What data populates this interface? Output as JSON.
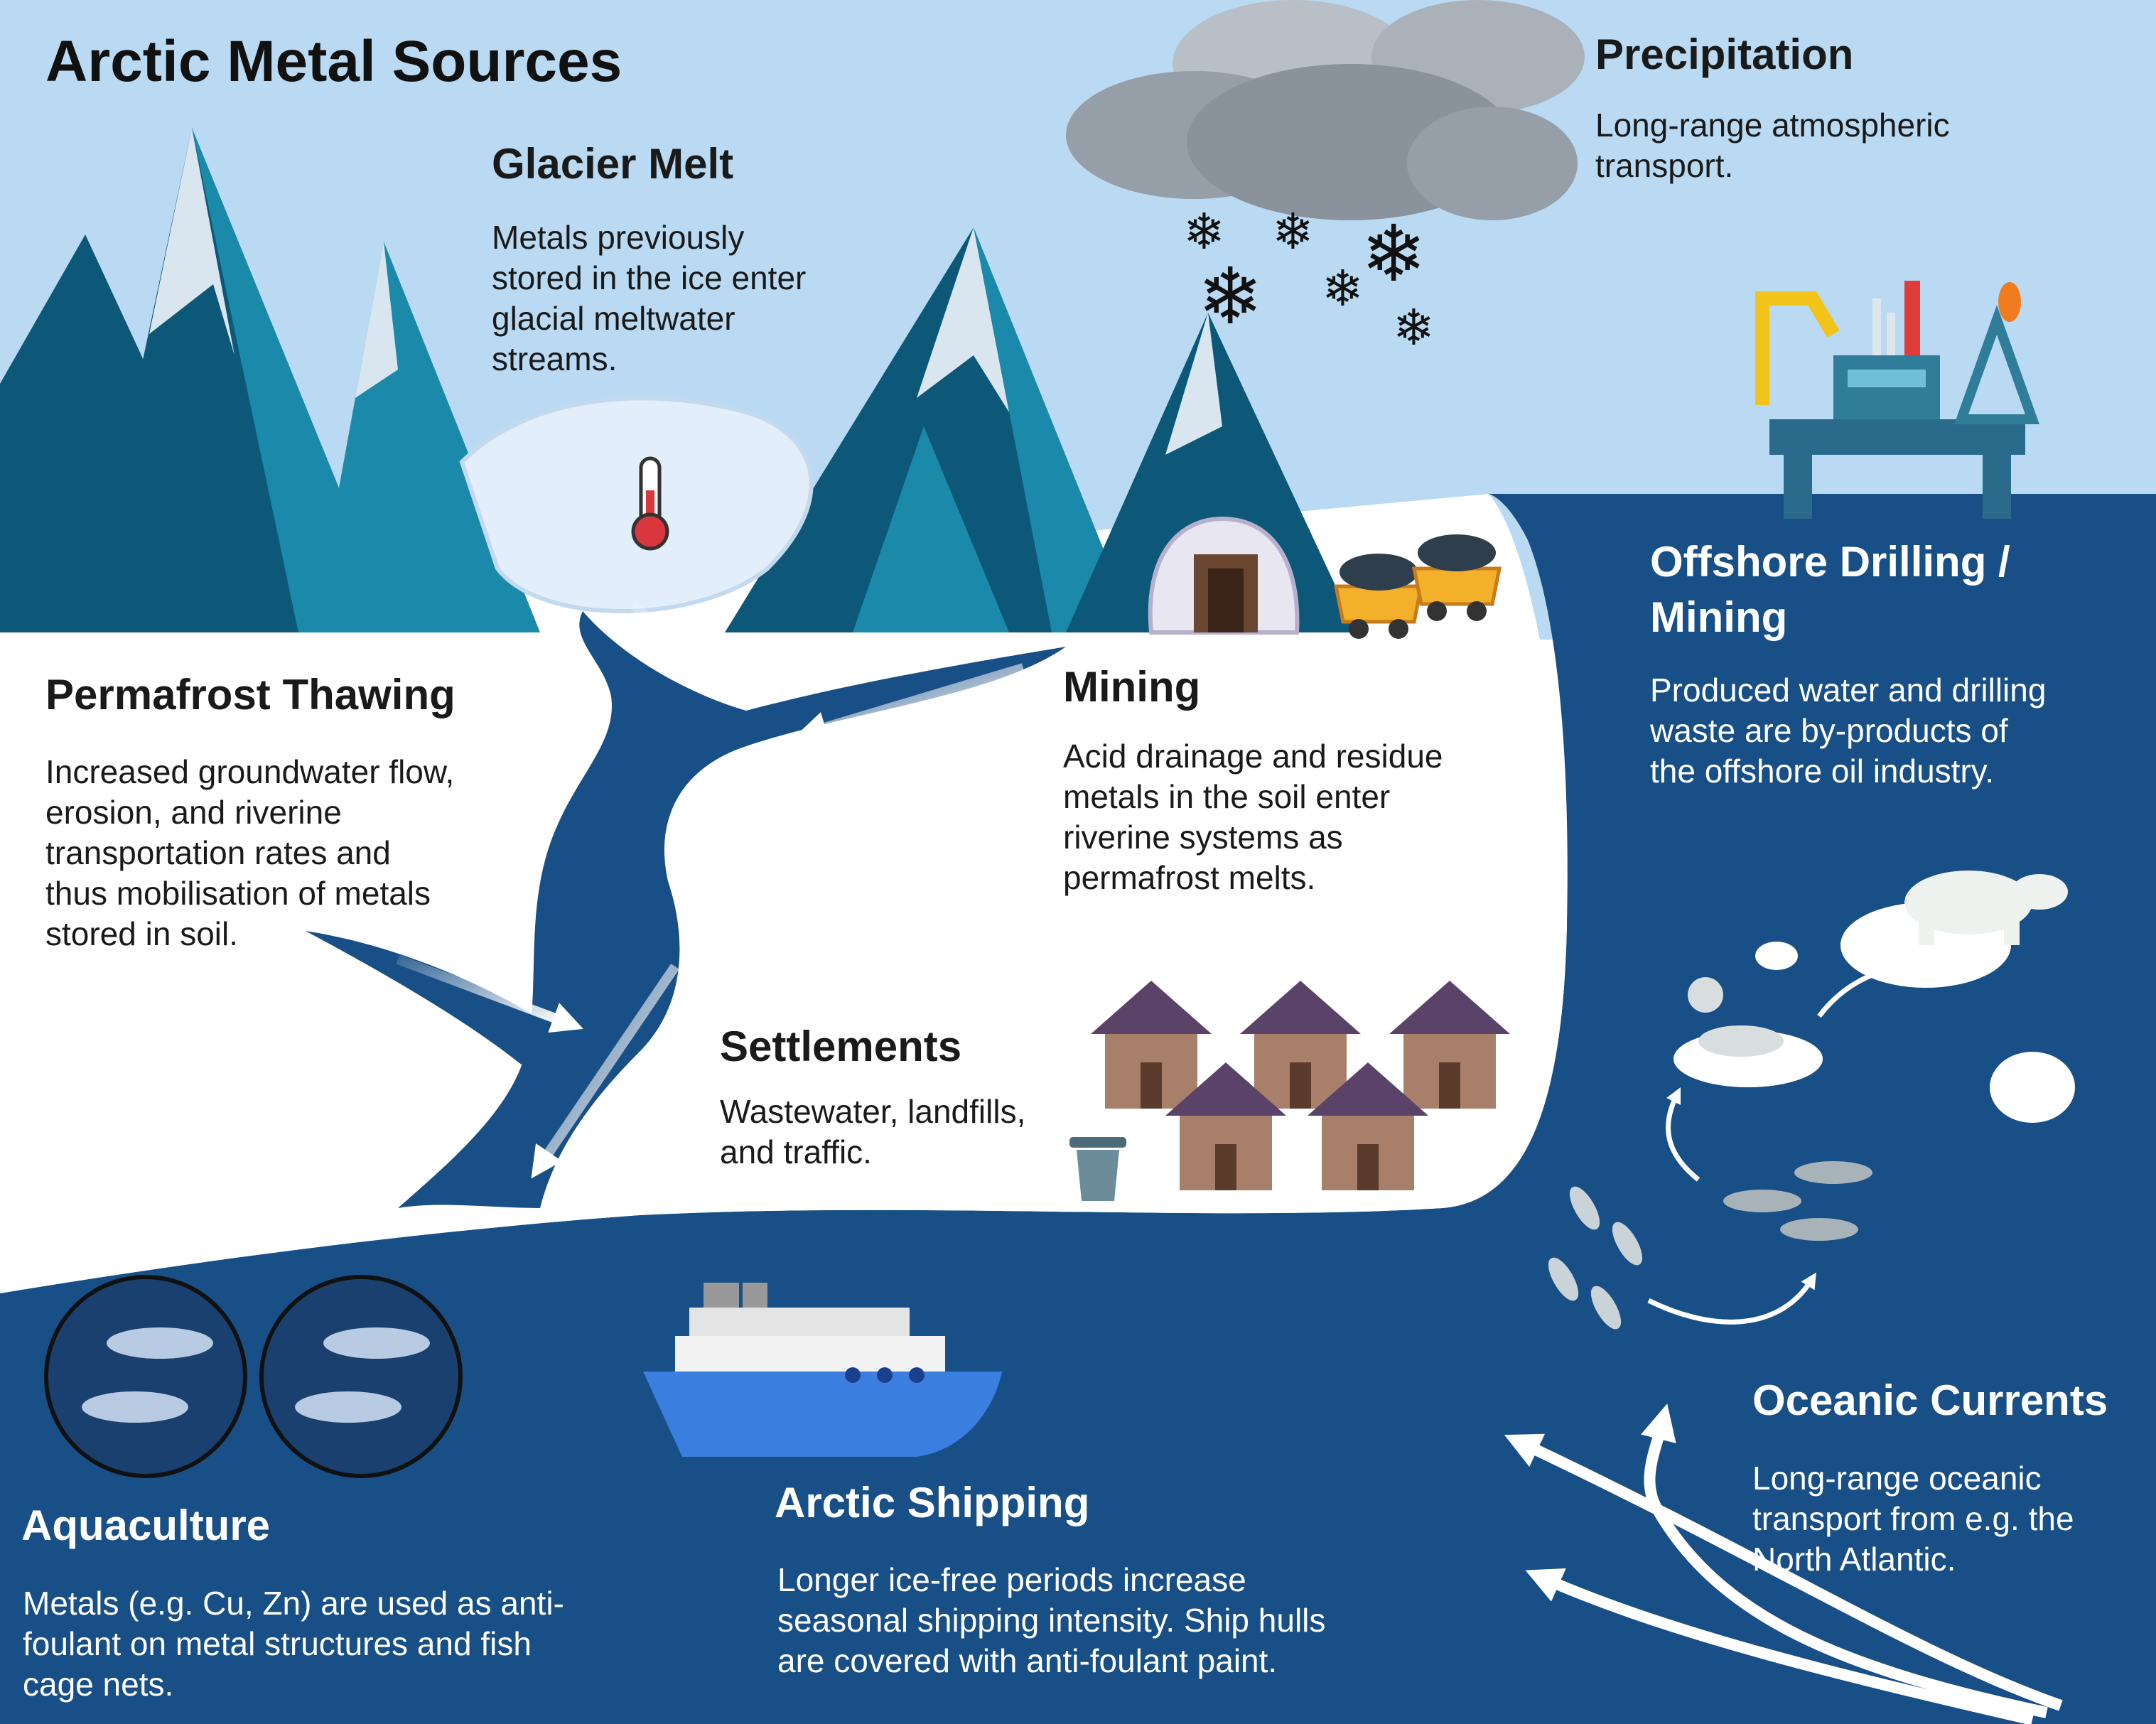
{
  "title": "Arctic Metal Sources",
  "colors": {
    "sky": "#b9daf2",
    "ocean": "#184f86",
    "river": "#184f86",
    "mountain_dark": "#0d5878",
    "mountain_light": "#1b8aaa",
    "snow": "#d9e6ef",
    "land": "#ffffff"
  },
  "sections": {
    "glacier": {
      "heading": "Glacier Melt",
      "body": "Metals previously\nstored in the ice enter\nglacial meltwater\nstreams."
    },
    "precipitation": {
      "heading": "Precipitation",
      "body": "Long-range atmospheric\ntransport."
    },
    "offshore": {
      "heading": "Offshore Drilling /\nMining",
      "body": "Produced water and drilling\nwaste are by-products of\nthe offshore oil industry."
    },
    "permafrost": {
      "heading": "Permafrost Thawing",
      "body": "Increased groundwater flow,\nerosion, and riverine\ntransportation rates and\nthus mobilisation of metals\nstored in soil."
    },
    "mining": {
      "heading": "Mining",
      "body": "Acid drainage and residue\nmetals in the soil enter\nriverine systems as\npermafrost melts."
    },
    "settlements": {
      "heading": "Settlements",
      "body": "Wastewater, landfills,\nand traffic."
    },
    "oceanic": {
      "heading": "Oceanic Currents",
      "body": "Long-range oceanic\ntransport from e.g. the\nNorth Atlantic."
    },
    "aquaculture": {
      "heading": "Aquaculture",
      "body": "Metals (e.g. Cu, Zn) are used as anti-\nfoulant on metal structures and fish\ncage nets."
    },
    "shipping": {
      "heading": "Arctic Shipping",
      "body": "Longer ice-free periods increase\nseasonal shipping intensity. Ship hulls\nare covered with anti-foulant paint."
    }
  },
  "icons": [
    "thermometer-icon",
    "snow-cloud-icon",
    "oil-rig-icon",
    "mine-entrance-icon",
    "mine-cart-icon",
    "log-cabin-icon",
    "trash-can-icon",
    "polar-bear-icon",
    "seal-icon",
    "fish-school-icon",
    "krill-icon",
    "cruise-ship-icon",
    "fish-cage-icon",
    "current-arrows-icon"
  ]
}
